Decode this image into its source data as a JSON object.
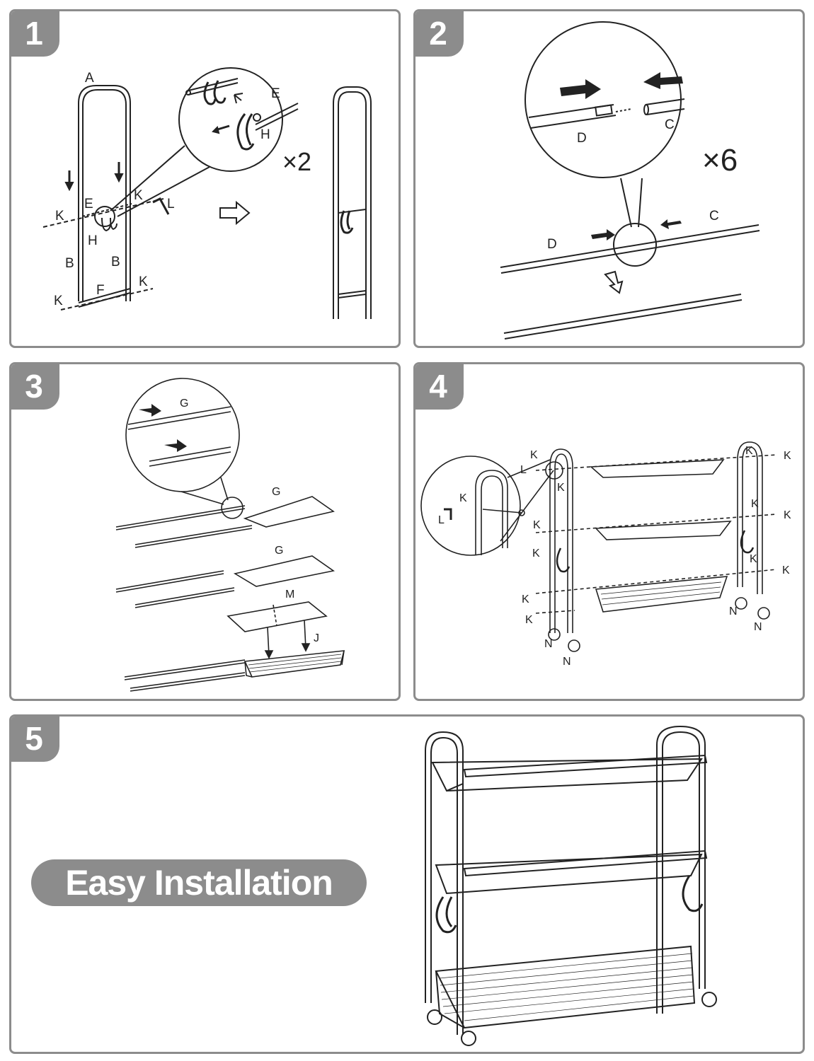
{
  "steps": [
    {
      "number": "1",
      "labels": {
        "A": "A",
        "B": "B",
        "E": "E",
        "F": "F",
        "H": "H",
        "K": "K",
        "L": "L"
      },
      "multiplier": "×2"
    },
    {
      "number": "2",
      "labels": {
        "C": "C",
        "D": "D"
      },
      "multiplier": "×6"
    },
    {
      "number": "3",
      "labels": {
        "G": "G",
        "M": "M",
        "J": "J"
      }
    },
    {
      "number": "4",
      "labels": {
        "K": "K",
        "L": "L",
        "N": "N"
      }
    },
    {
      "number": "5",
      "banner": "Easy Installation"
    }
  ],
  "colors": {
    "panel_border": "#8c8c8c",
    "line": "#222222",
    "tab": "#8c8c8c"
  }
}
